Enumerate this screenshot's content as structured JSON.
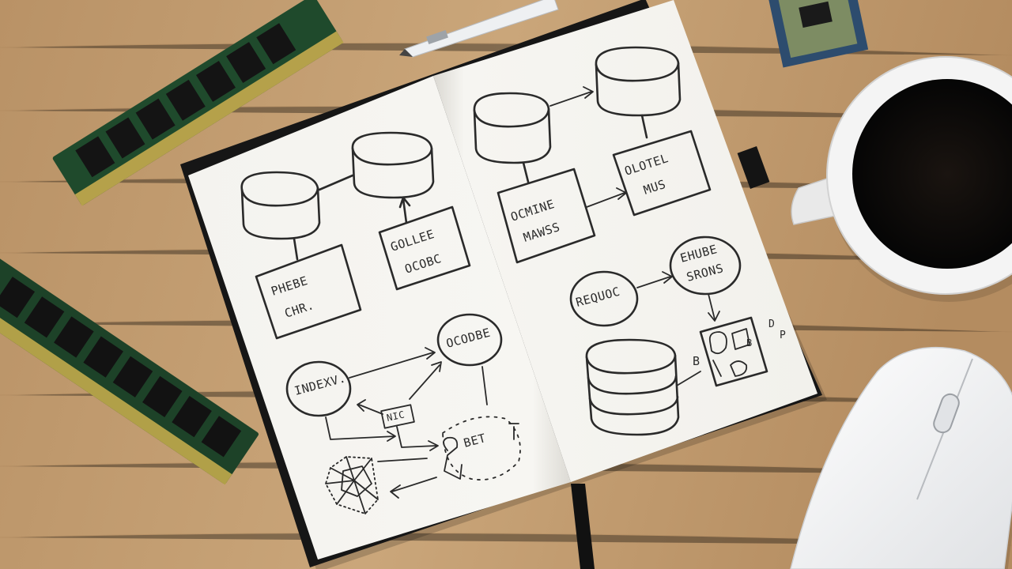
{
  "scene": {
    "description_objects": [
      "wooden-desk",
      "ram-module",
      "ram-module",
      "pen",
      "cpu-chip",
      "open-notebook",
      "coffee-mug",
      "computer-mouse"
    ]
  },
  "notebook": {
    "left_page": {
      "box_1": [
        "PHEBE",
        "CHR."
      ],
      "box_2": [
        "GOLLEE",
        "OCOBC"
      ],
      "node_left": "INDEXV.",
      "node_right": "OCODBE",
      "small_tag": "NIC",
      "cluster_label": "BET"
    },
    "right_page": {
      "box_1": [
        "OCMINE",
        "MAWSS"
      ],
      "box_2": [
        "OLOTEL",
        "MUS"
      ],
      "circle_1": [
        "EHUBE",
        "SRONS"
      ],
      "circle_2": "REQUOC",
      "device_labels": [
        "B",
        "D",
        "P",
        "B"
      ]
    }
  },
  "colors": {
    "desk": "#c49f72",
    "page": "#f6f5f1",
    "ink": "#2a2a2a",
    "ram_pcb": "#1f4a2c",
    "mug": "#f3f3f3",
    "coffee": "#0c0c0c"
  }
}
